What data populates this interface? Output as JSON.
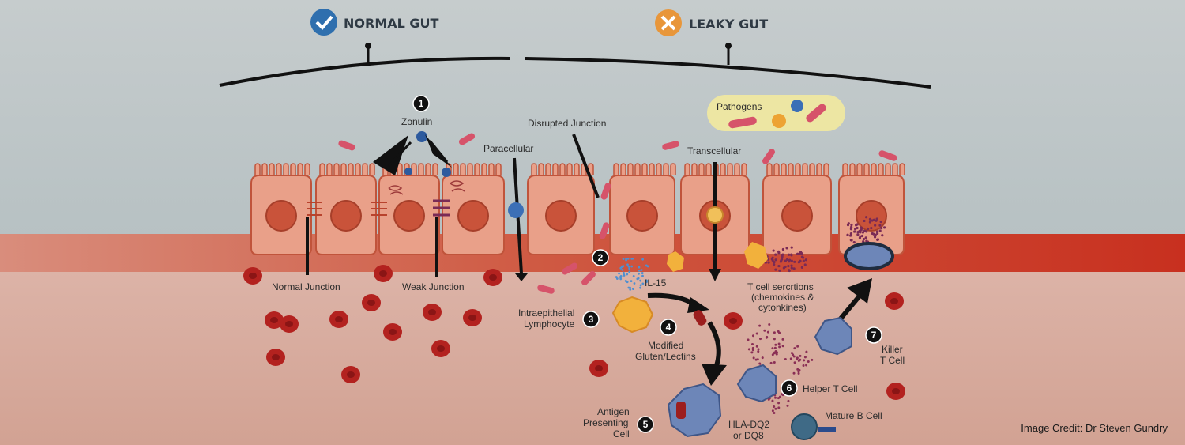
{
  "header": {
    "normal_title": "NORMAL GUT",
    "leaky_title": "LEAKY GUT"
  },
  "labels": {
    "zonulin": "Zonulin",
    "disrupted_junction": "Disrupted Junction",
    "paracellular": "Paracellular",
    "transcellular": "Transcellular",
    "pathogens": "Pathogens",
    "normal_junction": "Normal Junction",
    "weak_junction": "Weak Junction",
    "il15": "IL-15",
    "intraepithelial_1": "Intraepithelial",
    "intraepithelial_2": "Lymphocyte",
    "modified_1": "Modified",
    "modified_2": "Gluten/Lectins",
    "tcell_1": "T cell sercrtions",
    "tcell_2": "(chemokines &",
    "tcell_3": "cytonkines)",
    "killer_1": "Killer",
    "killer_2": "T Cell",
    "helper": "Helper T Cell",
    "antigen_1": "Antigen",
    "antigen_2": "Presenting",
    "antigen_3": "Cell",
    "hla_1": "HLA-DQ2",
    "hla_2": "or DQ8",
    "mature_b": "Mature B Cell"
  },
  "step_numbers": [
    "1",
    "2",
    "3",
    "4",
    "5",
    "6",
    "7"
  ],
  "credit": "Image Credit: Dr Steven Gundry",
  "colors": {
    "sky": "#b9c2c4",
    "cell": "#e9a089",
    "band": "#c9412e",
    "tissue": "#d8ab9e",
    "blood": "#b3221f",
    "check": "#2f6fae",
    "cross": "#e8963a",
    "immune": "#6d86b8"
  },
  "icons": {
    "normal": "check-icon",
    "leaky": "cross-icon"
  }
}
